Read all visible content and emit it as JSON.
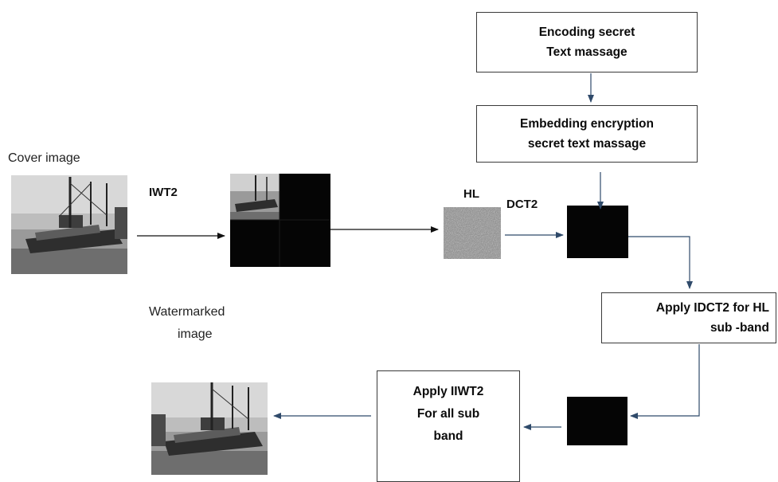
{
  "labels": {
    "cover_image": "Cover image",
    "iwt2": "IWT2",
    "hl": "HL",
    "dct2": "DCT2",
    "watermarked_line1": "Watermarked",
    "watermarked_line2": "image"
  },
  "boxes": {
    "encoding_line1": "Encoding secret",
    "encoding_line2": "Text massage",
    "embedding_line1": "Embedding encryption",
    "embedding_line2": "secret text massage",
    "idct2_line1": "Apply IDCT2 for HL",
    "idct2_line2": "sub -band",
    "iiwt2_line1": "Apply IIWT2",
    "iiwt2_line2": "For all sub",
    "iiwt2_line3": "band"
  },
  "images": {
    "cover": "ship-photo",
    "dwt": "dwt-decomposition",
    "hl": "hl-subband-noise",
    "dct": "dct-coefficients",
    "idct": "idct-output",
    "watermarked": "ship-photo"
  },
  "colors": {
    "arrow": "#2f4a6a",
    "box_border": "#3a3a3a"
  }
}
